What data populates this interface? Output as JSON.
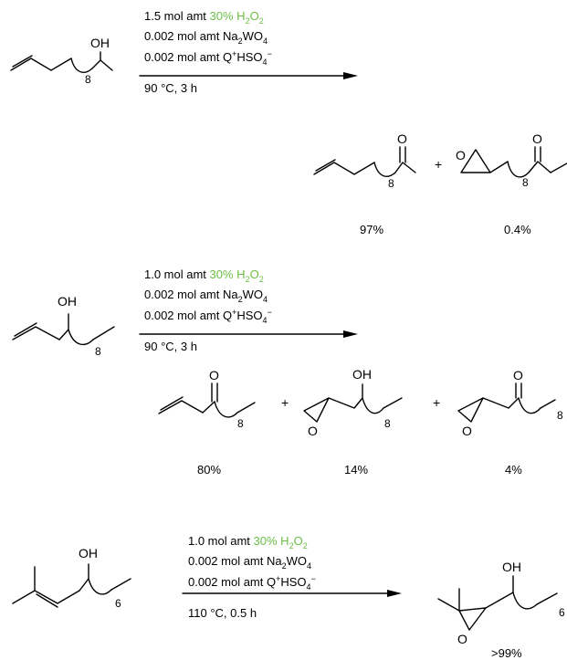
{
  "colors": {
    "reagent_highlight": "#6cbe45",
    "ink": "#000000"
  },
  "reactions": [
    {
      "start_label": "OH",
      "start_sub": "8",
      "reagents": [
        {
          "amt": "1.5 mol amt ",
          "hl": "30% H",
          "hl_sub": "2",
          "hl_tail": "O",
          "hl_sub2": "2"
        },
        {
          "text": "0.002 mol amt Na",
          "sub": "2",
          "tail": "WO",
          "sub2": "4"
        },
        {
          "text": "0.002 mol amt Q",
          "sup": "+",
          "tail": "HSO",
          "sub2": "4",
          "sup2": "−"
        }
      ],
      "conditions": "90 °C, 3 h",
      "products": [
        {
          "carbonyl": "O",
          "sub": "8",
          "yield": "97%"
        },
        {
          "plus": "+",
          "epox_o": "O",
          "carbonyl": "O",
          "sub": "8",
          "yield": "0.4%"
        }
      ]
    },
    {
      "start_label": "OH",
      "start_sub": "8",
      "reagents": [
        {
          "amt": "1.0 mol amt ",
          "hl": "30% H",
          "hl_sub": "2",
          "hl_tail": "O",
          "hl_sub2": "2"
        },
        {
          "text": "0.002 mol amt Na",
          "sub": "2",
          "tail": "WO",
          "sub2": "4"
        },
        {
          "text": "0.002 mol amt Q",
          "sup": "+",
          "tail": "HSO",
          "sub2": "4",
          "sup2": "−"
        }
      ],
      "conditions": "90 °C, 3 h",
      "products": [
        {
          "carbonyl": "O",
          "sub": "8",
          "yield": "80%"
        },
        {
          "plus": "+",
          "oh": "OH",
          "epox_o": "O",
          "sub": "8",
          "yield": "14%"
        },
        {
          "plus": "+",
          "carbonyl": "O",
          "epox_o": "O",
          "sub": "8",
          "yield": "4%"
        }
      ]
    },
    {
      "start_label": "OH",
      "start_sub": "6",
      "reagents": [
        {
          "amt": "1.0 mol amt ",
          "hl": "30% H",
          "hl_sub": "2",
          "hl_tail": "O",
          "hl_sub2": "2"
        },
        {
          "text": "0.002 mol amt Na",
          "sub": "2",
          "tail": "WO",
          "sub2": "4"
        },
        {
          "text": "0.002 mol amt Q",
          "sup": "+",
          "tail": "HSO",
          "sub2": "4",
          "sup2": "−"
        }
      ],
      "conditions": "110 °C, 0.5 h",
      "products": [
        {
          "oh": "OH",
          "epox_o": "O",
          "sub": "6",
          "yield": ">99%"
        }
      ]
    }
  ]
}
